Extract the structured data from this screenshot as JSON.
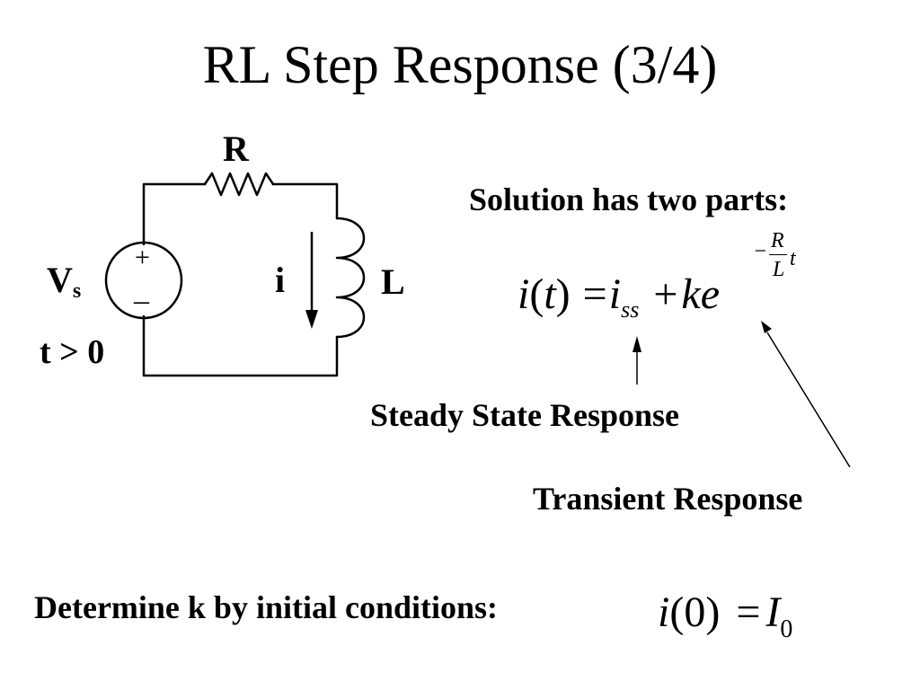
{
  "slide": {
    "title": "RL Step Response  (3/4)"
  },
  "circuit": {
    "resistor_label": "R",
    "inductor_label": "L",
    "current_label": "i",
    "source_label_main": "V",
    "source_label_sub": "s",
    "source_plus": "+",
    "source_minus": "–",
    "time_condition": "t > 0"
  },
  "solution": {
    "heading": "Solution has two parts:",
    "eq_lhs_i": "i",
    "eq_lhs_open": "(",
    "eq_lhs_t": "t",
    "eq_lhs_close": ")",
    "eq_equals": "=",
    "eq_iss_i": "i",
    "eq_iss_sub": "ss",
    "eq_plus": "+",
    "eq_ke": "ke",
    "exp_minus": "−",
    "exp_num": "R",
    "exp_den": "L",
    "exp_t": "t",
    "steady_state_label": "Steady State Response",
    "transient_label": "Transient Response"
  },
  "initial": {
    "text": "Determine k by initial conditions:",
    "eq_i": "i",
    "eq_arg": "(0)",
    "eq_equals": "=",
    "eq_I": "I",
    "eq_sub": "0"
  }
}
